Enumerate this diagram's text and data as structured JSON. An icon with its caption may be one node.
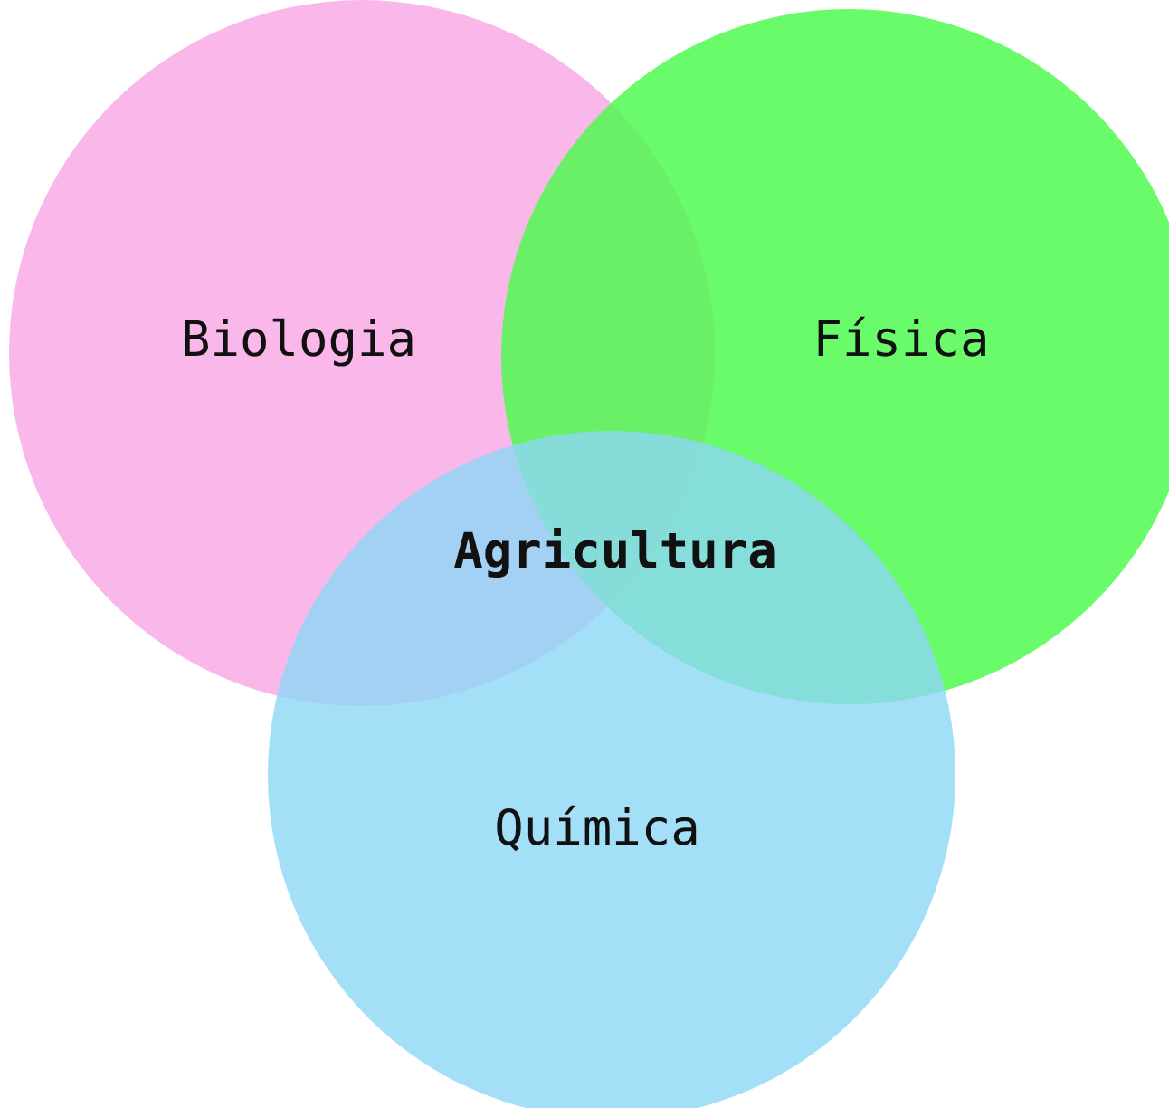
{
  "diagram": {
    "nodes": [
      {
        "text": [
          "Biologia"
        ]
      },
      {
        "text": [
          "Física"
        ]
      },
      {
        "text": [
          "Química"
        ]
      }
    ],
    "labels": [
      "Agricultura"
    ]
  }
}
